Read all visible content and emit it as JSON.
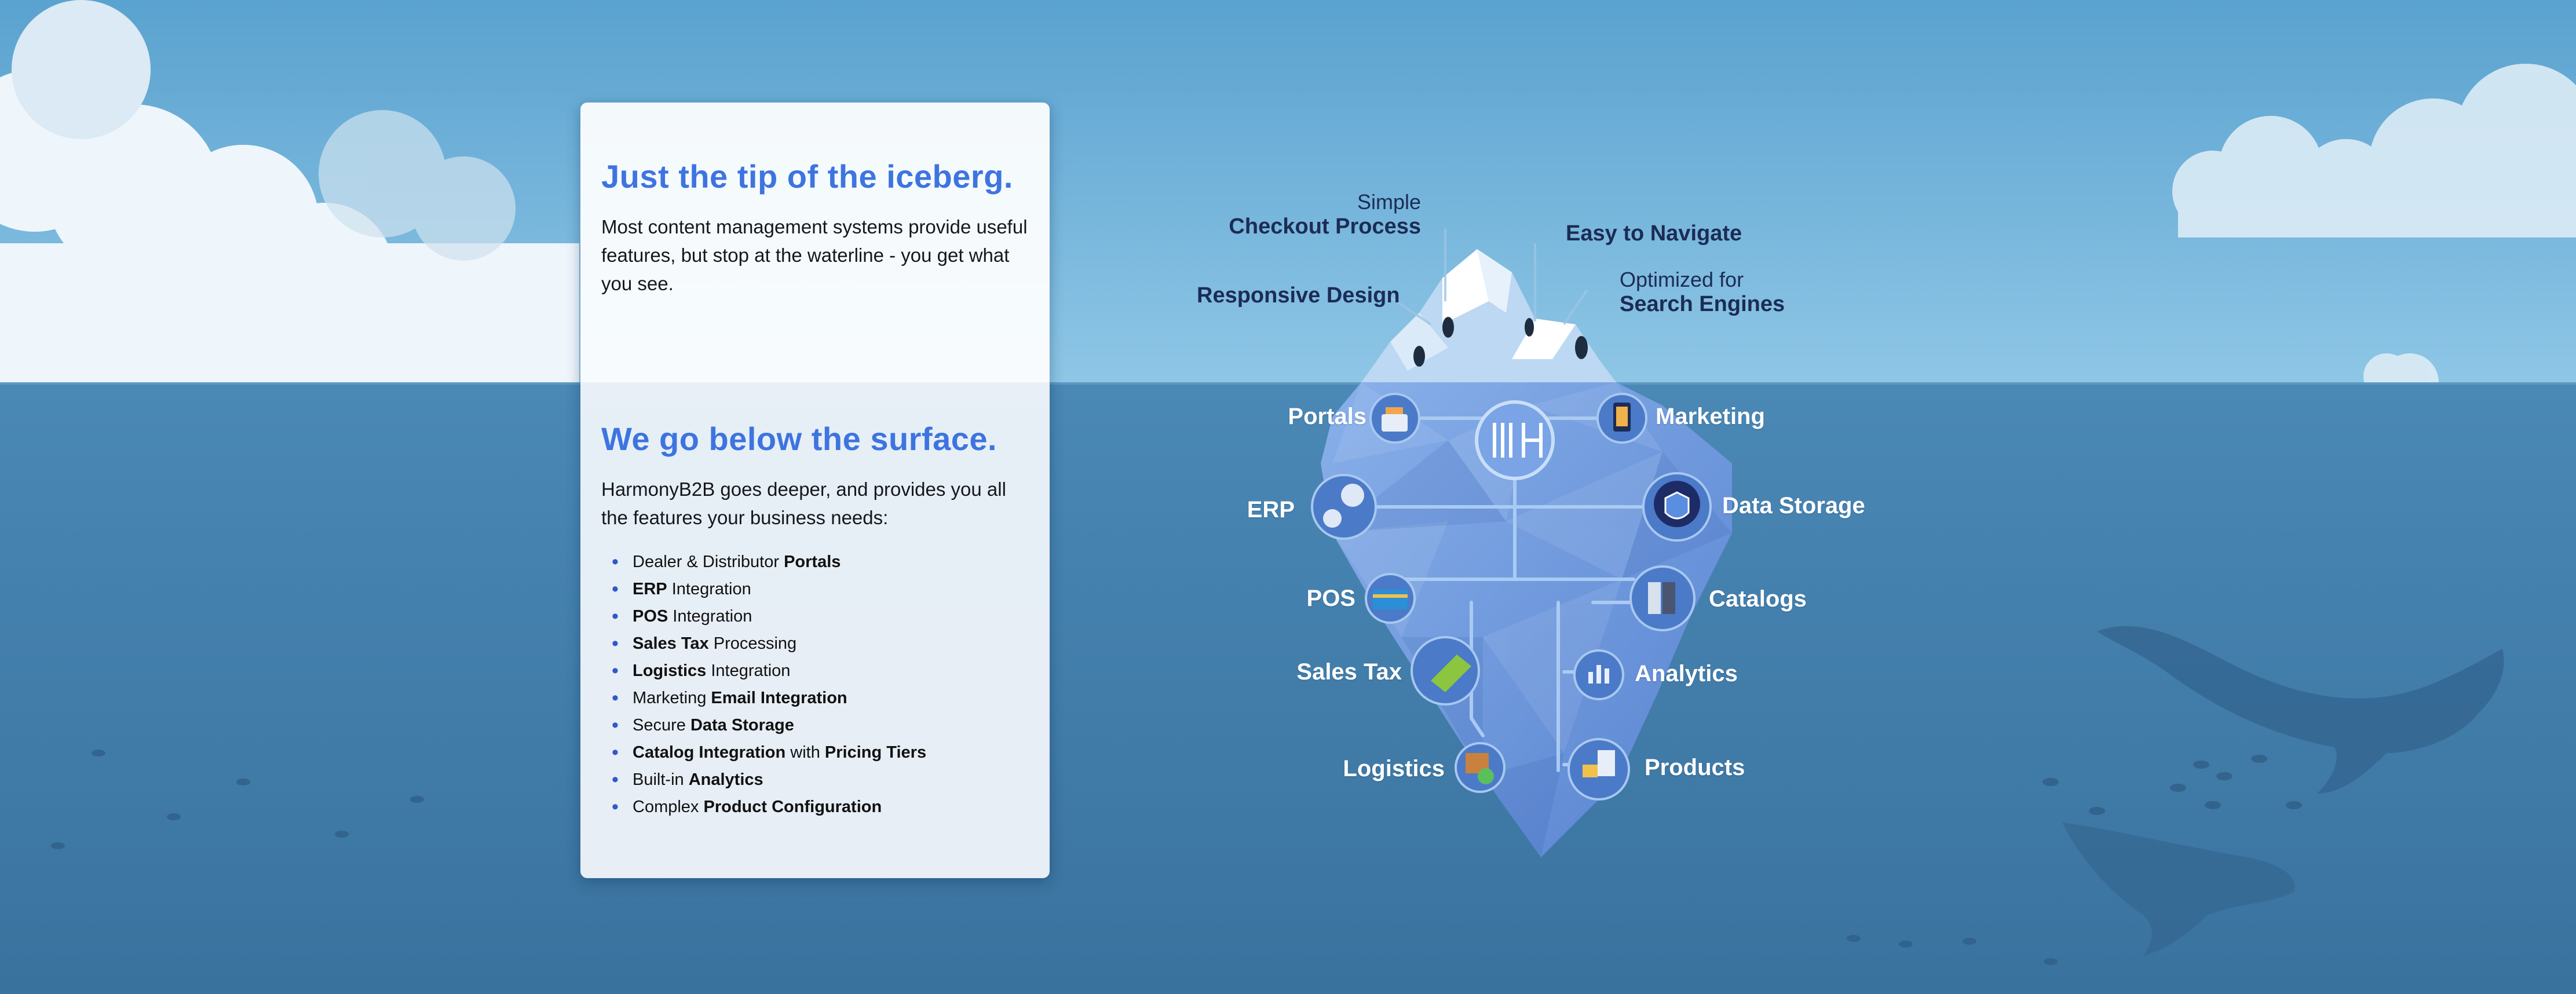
{
  "card": {
    "heading_top": "Just the tip of the iceberg.",
    "text_top": "Most content management systems provide useful features, but stop at the waterline - you get what you see.",
    "heading_bottom": "We go below the surface.",
    "text_bottom": "HarmonyB2B goes deeper, and provides you all the features your business needs:",
    "features": [
      {
        "pre": "Dealer & Distributor ",
        "bold": "Portals",
        "mid": "",
        "bold2": "",
        "post": ""
      },
      {
        "pre": "",
        "bold": "ERP",
        "mid": "",
        "bold2": "",
        "post": " Integration"
      },
      {
        "pre": "",
        "bold": "POS",
        "mid": "",
        "bold2": "",
        "post": " Integration"
      },
      {
        "pre": "",
        "bold": "Sales Tax",
        "mid": "",
        "bold2": "",
        "post": " Processing"
      },
      {
        "pre": "",
        "bold": "Logistics",
        "mid": "",
        "bold2": "",
        "post": " Integration"
      },
      {
        "pre": "Marketing ",
        "bold": "Email Integration",
        "mid": "",
        "bold2": "",
        "post": ""
      },
      {
        "pre": "Secure ",
        "bold": "Data Storage",
        "mid": "",
        "bold2": "",
        "post": ""
      },
      {
        "pre": "",
        "bold": "Catalog Integration",
        "mid": " with ",
        "bold2": "Pricing Tiers",
        "post": ""
      },
      {
        "pre": "Built-in ",
        "bold": "Analytics",
        "mid": "",
        "bold2": "",
        "post": ""
      },
      {
        "pre": "Complex ",
        "bold": "Product Configuration",
        "mid": "",
        "bold2": "",
        "post": ""
      }
    ]
  },
  "above": {
    "checkout_small": "Simple",
    "checkout_bold": "Checkout Process",
    "navigate": "Easy to Navigate",
    "responsive": "Responsive Design",
    "seo_small": "Optimized for",
    "seo_bold": "Search Engines"
  },
  "below": {
    "portals": "Portals",
    "marketing": "Marketing",
    "erp": "ERP",
    "data_storage": "Data Storage",
    "pos": "POS",
    "catalogs": "Catalogs",
    "sales_tax": "Sales Tax",
    "analytics": "Analytics",
    "logistics": "Logistics",
    "products": "Products"
  },
  "icons": {
    "logo": "harmony-logo-icon",
    "portals": "storefront-icon",
    "marketing": "tablet-icon",
    "erp": "gears-icon",
    "data_storage": "cloud-shield-icon",
    "pos": "credit-card-icon",
    "catalogs": "catalog-icon",
    "sales_tax": "price-tag-icon",
    "analytics": "bar-chart-icon",
    "logistics": "package-icon",
    "products": "products-icon"
  },
  "colors": {
    "sky_top": "#5aa2cf",
    "sky_bottom": "#8ec6e6",
    "water": "#4a88b6",
    "water_deep": "#3a729e",
    "heading": "#3d74e0",
    "iceberg": "#6f9be0"
  }
}
